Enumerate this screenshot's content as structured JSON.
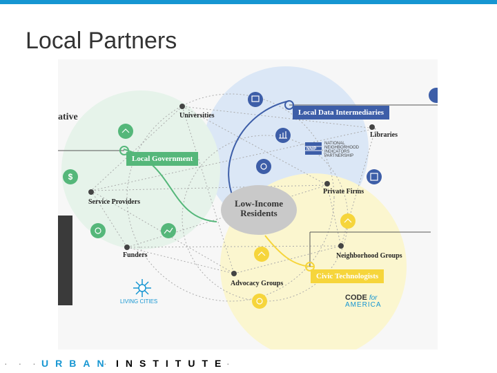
{
  "slide": {
    "title": "Local Partners"
  },
  "diagram": {
    "fragment_title": "ative",
    "center": {
      "line1": "Low-Income",
      "line2": "Residents"
    },
    "pills": {
      "local_data": "Local Data Intermediaries",
      "local_gov": "Local Government",
      "civic_tech": "Civic Technologists"
    },
    "nodes": {
      "universities": "Universities",
      "libraries": "Libraries",
      "private_firms": "Private Firms",
      "service_providers": "Service Providers",
      "funders": "Funders",
      "neighborhood_groups": "Neighborhood Groups",
      "advocacy_groups": "Advocacy Groups"
    },
    "logos": {
      "nnip": "NNIP",
      "nnip_text1": "NATIONAL",
      "nnip_text2": "NEIGHBORHOOD",
      "nnip_text3": "INDICATORS",
      "nnip_text4": "PARTNERSHIP",
      "living_cities": "LIVING CITIES",
      "code": "CODE",
      "for": "for",
      "america": "AMERICA"
    },
    "colors": {
      "blue": "#3d5ea8",
      "green": "#55b77a",
      "yellow": "#f6d53b",
      "gray": "#c9c9c9"
    }
  },
  "footer": {
    "dots": "· · ·",
    "urban": "URBAN",
    "sep": "·",
    "institute": "INSTITUTE",
    "end": "·"
  }
}
